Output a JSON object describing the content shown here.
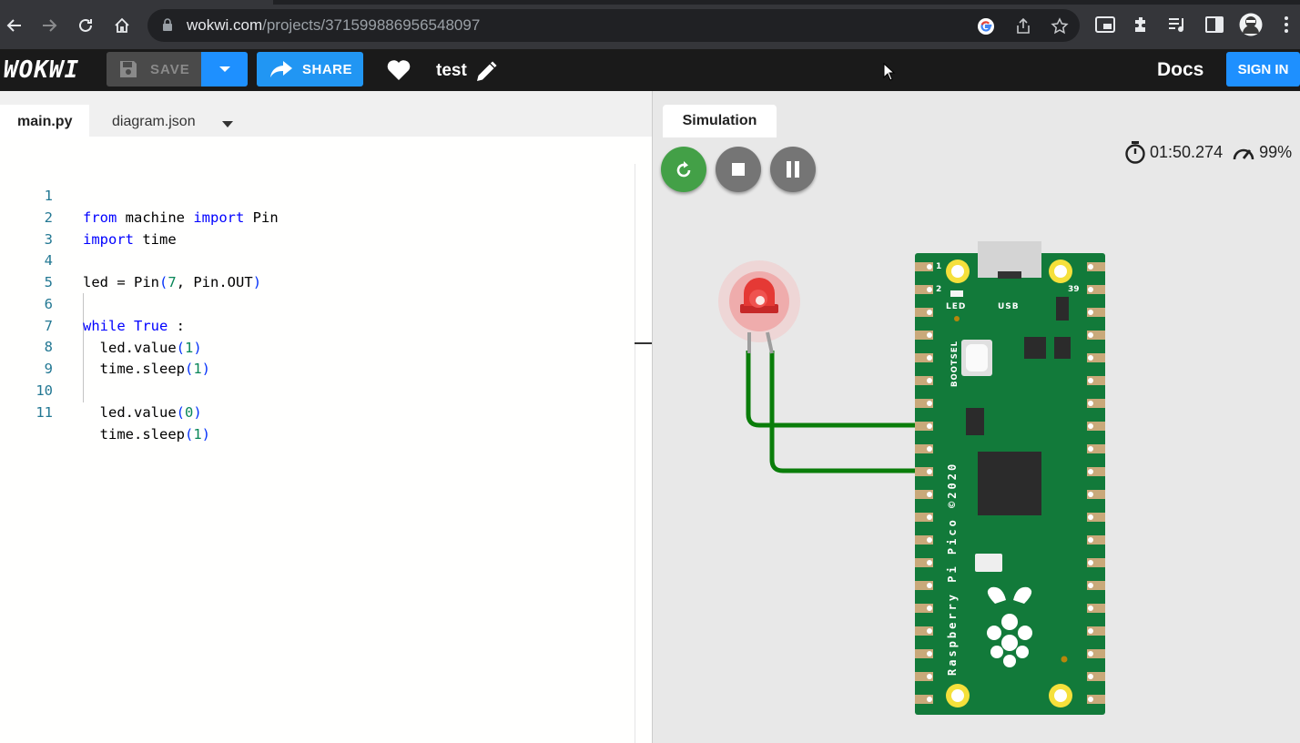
{
  "browser": {
    "url_host": "wokwi.com",
    "url_path": "/projects/371599886956548097"
  },
  "app": {
    "logo": "WOKWI",
    "save_label": "SAVE",
    "share_label": "SHARE",
    "project_name": "test",
    "docs_label": "Docs",
    "signin_label": "SIGN IN"
  },
  "editor": {
    "tabs": [
      {
        "label": "main.py",
        "active": true
      },
      {
        "label": "diagram.json",
        "active": false
      }
    ],
    "line_numbers": [
      "1",
      "2",
      "3",
      "4",
      "5",
      "6",
      "7",
      "8",
      "9",
      "10",
      "11"
    ]
  },
  "simulation": {
    "tab_label": "Simulation",
    "elapsed": "01:50.274",
    "speed": "99%",
    "board": {
      "pin_label_1": "1",
      "pin_label_2": "2",
      "pin_label_39": "39",
      "led_label": "LED",
      "usb_label": "USB",
      "bootsel_label": "BOOTSEL",
      "model_text": "Raspberry Pi Pico  ©2020"
    }
  },
  "colors": {
    "accent_blue": "#1e90ff",
    "board_green": "#127a3a",
    "wire_green": "#0a7d0a",
    "led_red": "#e53935",
    "restart_green": "#43a047"
  }
}
